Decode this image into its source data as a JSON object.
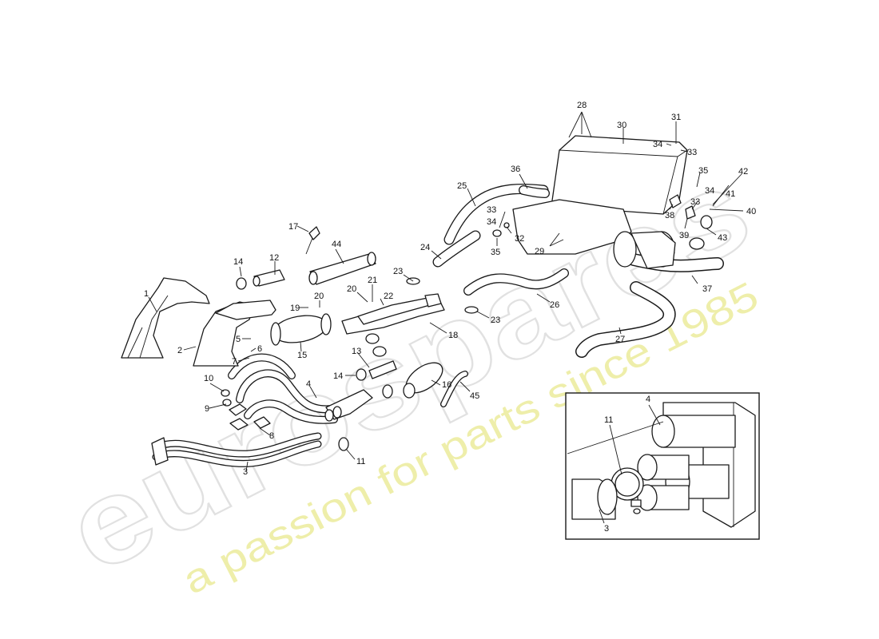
{
  "watermark": {
    "logo_text": "eurospares",
    "tagline": "a passion for parts since 1985",
    "logo_color": "#d8d8d8",
    "tagline_color": "#ecec9c"
  },
  "callouts": [
    "1",
    "2",
    "3",
    "4",
    "5",
    "6",
    "7",
    "8",
    "9",
    "10",
    "11",
    "12",
    "13",
    "14",
    "14",
    "15",
    "16",
    "17",
    "18",
    "19",
    "20",
    "20",
    "21",
    "22",
    "23",
    "23",
    "24",
    "25",
    "26",
    "27",
    "28",
    "29",
    "30",
    "31",
    "32",
    "33",
    "33",
    "33",
    "34",
    "34",
    "34",
    "35",
    "35",
    "36",
    "37",
    "38",
    "39",
    "40",
    "41",
    "42",
    "43",
    "44",
    "45"
  ],
  "inset": {
    "callouts": [
      "4",
      "11",
      "3"
    ]
  }
}
